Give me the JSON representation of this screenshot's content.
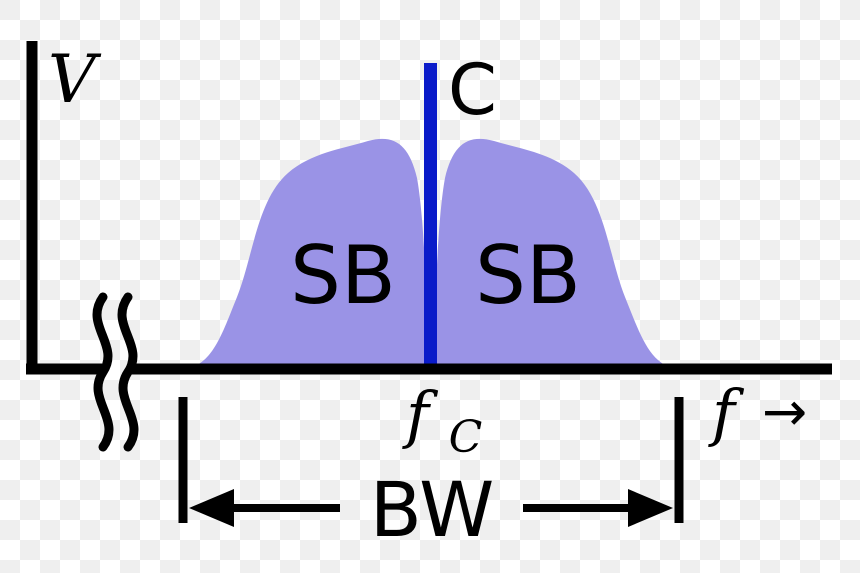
{
  "diagram": {
    "type": "am-frequency-spectrum",
    "labels": {
      "v_axis": "V",
      "carrier": "C",
      "sideband_left": "SB",
      "sideband_right": "SB",
      "carrier_freq_base": "f",
      "carrier_freq_sub": "C",
      "freq_axis": "f",
      "freq_axis_arrow": "→",
      "bandwidth": "BW"
    },
    "colors": {
      "carrier": "#0a1bc9",
      "sideband": "#9a93e6",
      "axis": "#000000",
      "text": "#000000",
      "checker_light": "#ffffff",
      "checker_dark": "#efefef"
    }
  }
}
